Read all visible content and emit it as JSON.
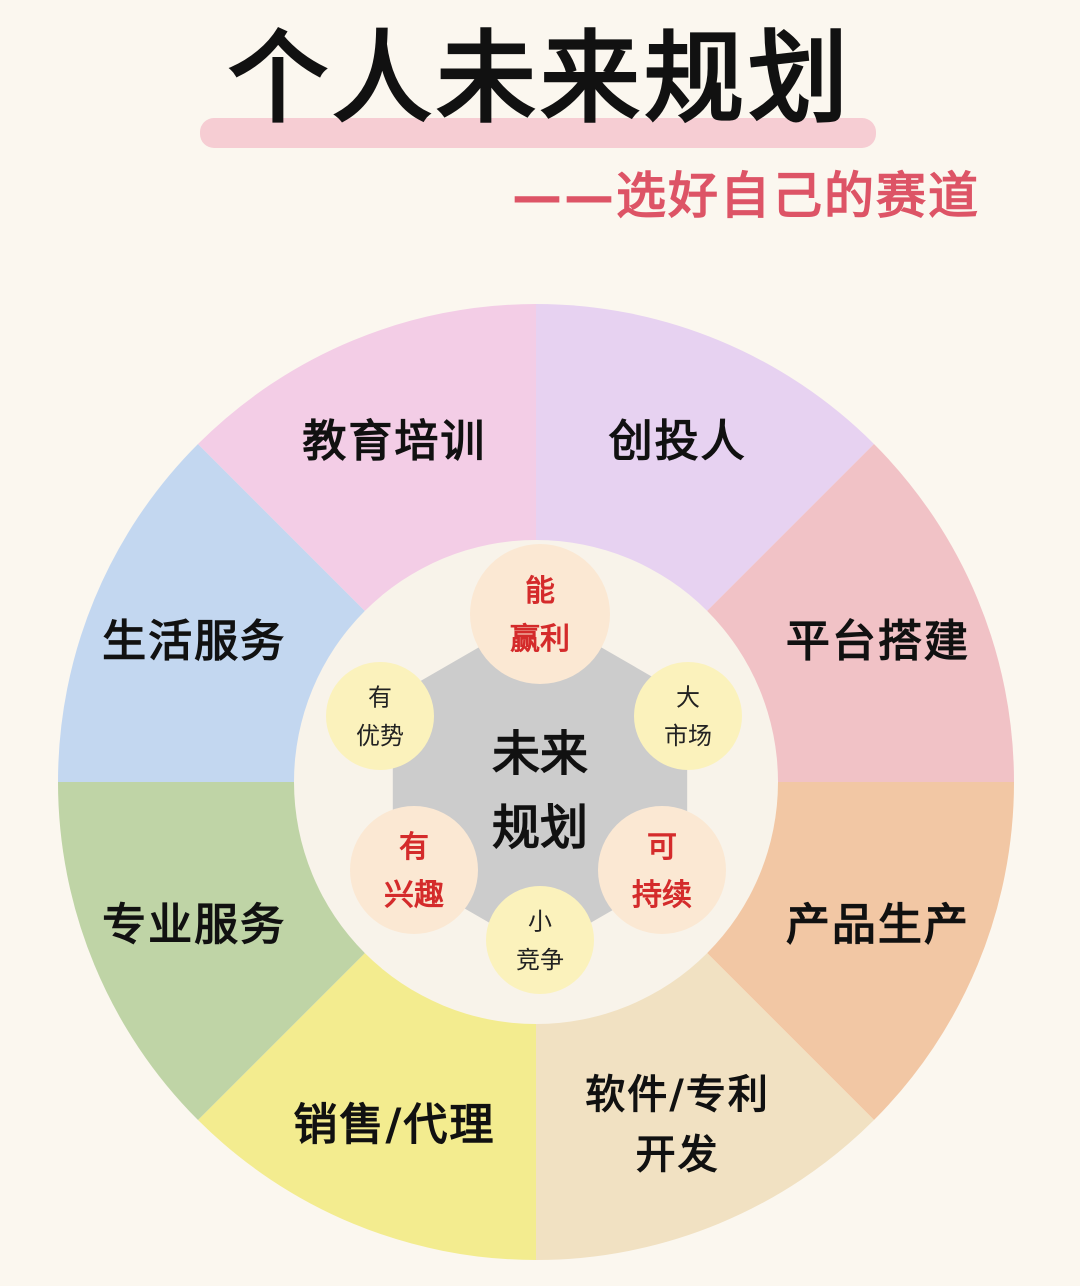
{
  "title": "个人未来规划",
  "subtitle": "——选好自己的赛道",
  "center": {
    "lines": [
      "未来",
      "规划"
    ]
  },
  "segments": [
    {
      "label_lines": [
        "创投人"
      ],
      "color": "#e7d2f1"
    },
    {
      "label_lines": [
        "平台搭建"
      ],
      "color": "#f1c2c6"
    },
    {
      "label_lines": [
        "产品生产"
      ],
      "color": "#f2c7a4"
    },
    {
      "label_lines": [
        "软件/专利",
        "开发"
      ],
      "color": "#f1e1c2"
    },
    {
      "label_lines": [
        "销售/代理"
      ],
      "color": "#f3ec8f"
    },
    {
      "label_lines": [
        "专业服务"
      ],
      "color": "#bfd4a6"
    },
    {
      "label_lines": [
        "生活服务"
      ],
      "color": "#c3d7f0"
    },
    {
      "label_lines": [
        "教育培训"
      ],
      "color": "#f3cde6"
    }
  ],
  "bubbles": [
    {
      "lines": [
        "能",
        "赢利"
      ],
      "emphasis": true
    },
    {
      "lines": [
        "大",
        "市场"
      ],
      "emphasis": false
    },
    {
      "lines": [
        "可",
        "持续"
      ],
      "emphasis": true
    },
    {
      "lines": [
        "小",
        "竞争"
      ],
      "emphasis": false
    },
    {
      "lines": [
        "有",
        "兴趣"
      ],
      "emphasis": true
    },
    {
      "lines": [
        "有",
        "优势"
      ],
      "emphasis": false
    }
  ],
  "colors": {
    "background": "#fbf7ef",
    "inner_ring": "#f8f3ea",
    "hexagon": "#cccccc",
    "bubble_fill": "#fbe8d3",
    "bubble_fill_alt": "#fbf2bc",
    "emphasis_text": "#d42b2b",
    "subtitle": "#dd5466"
  }
}
